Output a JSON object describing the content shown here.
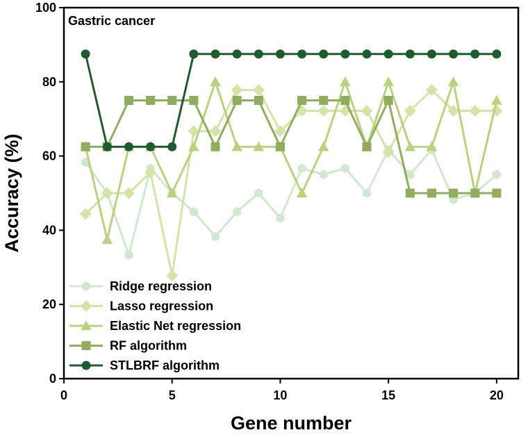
{
  "chart_data": {
    "type": "line",
    "annotation": "Gastric cancer",
    "xlabel": "Gene number",
    "ylabel": "Accuracy (%)",
    "xlim": [
      0,
      21
    ],
    "ylim": [
      0,
      100
    ],
    "xticks": [
      0,
      5,
      10,
      15,
      20
    ],
    "yticks": [
      0,
      20,
      40,
      60,
      80,
      100
    ],
    "grid": false,
    "legend_position": "bottom-left",
    "x": [
      1,
      2,
      3,
      4,
      5,
      6,
      7,
      8,
      9,
      10,
      11,
      12,
      13,
      14,
      15,
      16,
      17,
      18,
      19,
      20
    ],
    "series": [
      {
        "name": "Ridge regression",
        "marker": "hexagon",
        "color": "#cfe8cf",
        "values": [
          58.3,
          50,
          33.3,
          56.7,
          50,
          45,
          38.3,
          45,
          50,
          43.3,
          56.7,
          55,
          56.7,
          50,
          61.7,
          55,
          61.7,
          48.3,
          50,
          55
        ]
      },
      {
        "name": "Lasso regression",
        "marker": "diamond",
        "color": "#d4e3a6",
        "values": [
          44.4,
          50,
          50,
          55.6,
          27.8,
          66.7,
          66.7,
          77.8,
          77.8,
          66.7,
          72.2,
          72.2,
          72.2,
          72.2,
          61.1,
          72.2,
          77.8,
          72.2,
          72.2,
          72.2
        ]
      },
      {
        "name": "Elastic Net regression",
        "marker": "triangle",
        "color": "#b9d27e",
        "values": [
          62.5,
          37.5,
          62.5,
          62.5,
          50,
          62.5,
          80,
          62.5,
          62.5,
          62.5,
          50,
          62.5,
          80,
          62.5,
          80,
          62.5,
          62.5,
          80,
          50,
          75
        ]
      },
      {
        "name": "RF algorithm",
        "marker": "square",
        "color": "#8fad5c",
        "values": [
          62.5,
          62.5,
          75,
          75,
          75,
          75,
          62.5,
          75,
          75,
          62.5,
          75,
          75,
          75,
          62.5,
          75,
          50,
          50,
          50,
          50,
          50
        ]
      },
      {
        "name": "STLBRF algorithm",
        "marker": "circle",
        "color": "#1e5c2e",
        "values": [
          87.5,
          62.5,
          62.5,
          62.5,
          62.5,
          87.5,
          87.5,
          87.5,
          87.5,
          87.5,
          87.5,
          87.5,
          87.5,
          87.5,
          87.5,
          87.5,
          87.5,
          87.5,
          87.5,
          87.5
        ]
      }
    ]
  }
}
